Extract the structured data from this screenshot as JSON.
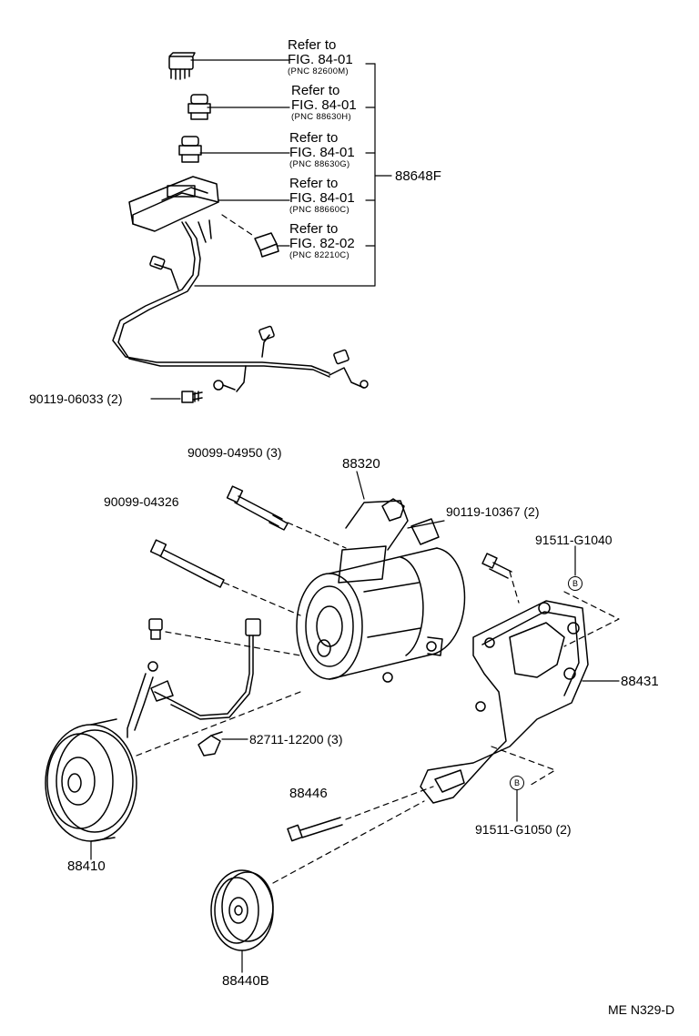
{
  "refers": [
    {
      "l1": "Refer to",
      "l2": "FIG. 84-01",
      "l3": "(PNC 82600M)"
    },
    {
      "l1": "Refer to",
      "l2": "FIG. 84-01",
      "l3": "(PNC 88630H)"
    },
    {
      "l1": "Refer to",
      "l2": "FIG. 84-01",
      "l3": "(PNC 88630G)"
    },
    {
      "l1": "Refer to",
      "l2": "FIG. 84-01",
      "l3": "(PNC 88660C)"
    },
    {
      "l1": "Refer to",
      "l2": "FIG. 82-02",
      "l3": "(PNC 82210C)"
    }
  ],
  "parts": {
    "harness": "88648F",
    "bolt_top": "90119-06033 (2)",
    "bolt_long": "90099-04950 (3)",
    "bolt_short": "90099-04326",
    "compressor": "88320",
    "bolt_bracket": "90119-10367 (2)",
    "stud_upper": "91511-G1040",
    "bracket": "88431",
    "clamp": "82711-12200 (3)",
    "bolt_idler": "88446",
    "stud_lower": "91511-G1050 (2)",
    "clutch": "88410",
    "idler_pulley": "88440B"
  },
  "stud_marker": "B",
  "figure_code": "ME N329-D"
}
